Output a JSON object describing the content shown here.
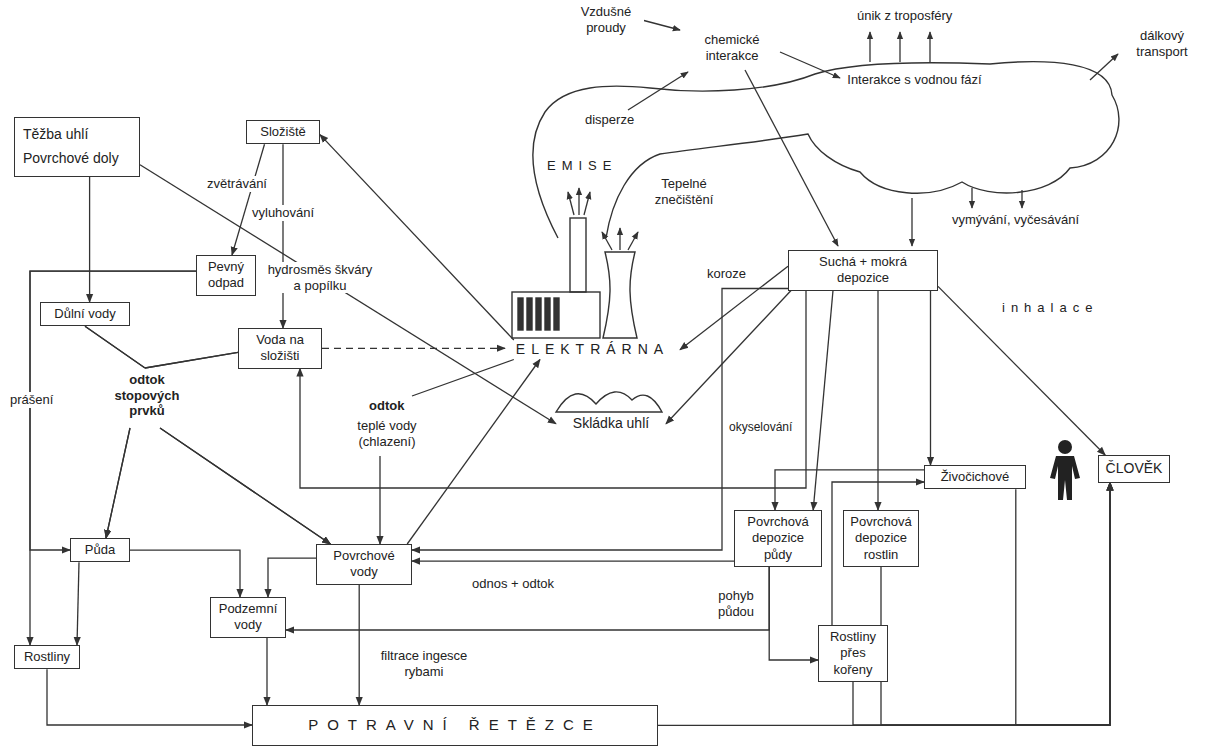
{
  "diagram": {
    "nodes": [
      {
        "text": [
          "Těžba uhlí Povrchové doly"
        ]
      },
      {
        "text": [
          "Složiště"
        ]
      },
      {
        "text": [
          "Pevný odpad"
        ]
      },
      {
        "text": [
          "Důlní vody"
        ]
      },
      {
        "text": [
          "Voda na složišti"
        ]
      },
      {
        "text": [
          "ELEKTRÁRNA"
        ]
      },
      {
        "text": [
          "Skládka uhlí"
        ]
      },
      {
        "text": [
          "Suchá + mokrá depozice"
        ]
      },
      {
        "text": [
          "Půda"
        ]
      },
      {
        "text": [
          "Povrchové vody"
        ]
      },
      {
        "text": [
          "Podzemní vody"
        ]
      },
      {
        "text": [
          "Rostliny"
        ]
      },
      {
        "text": [
          "Povrchová depozice půdy"
        ]
      },
      {
        "text": [
          "Povrchová depozice rostlin"
        ]
      },
      {
        "text": [
          "Živočichové"
        ]
      },
      {
        "text": [
          "Rostliny přes kořeny"
        ]
      },
      {
        "text": [
          "ČLOVĚK"
        ]
      },
      {
        "text": [
          "POTRAVNÍ ŘETĚZCE"
        ]
      }
    ],
    "edges": [
      {
        "from": 0,
        "to": 3,
        "arrow": "to"
      },
      {
        "from": 0,
        "to": 6,
        "arrow": "to"
      },
      {
        "from": 1,
        "to": 2,
        "label": "zvětrávání",
        "arrow": "to"
      },
      {
        "from": 1,
        "to": 4,
        "label": "vyluhování",
        "arrow": "to"
      },
      {
        "from": 5,
        "to": 1,
        "label": "hydrosměs škváry a popílku",
        "arrow": "to"
      },
      {
        "from": 4,
        "to": 5,
        "arrow": "to"
      },
      {
        "from": 2,
        "to": 11,
        "label": "prášení",
        "arrow": "to"
      },
      {
        "from": 2,
        "to": 8,
        "arrow": "to"
      },
      {
        "from": 3,
        "to": 8,
        "arrow": "to"
      },
      {
        "from": 3,
        "to": 9,
        "arrow": "to"
      },
      {
        "from": 4,
        "to": 8,
        "arrow": "to"
      },
      {
        "from": 4,
        "to": 9,
        "arrow": "to"
      },
      {
        "from": 8,
        "to": 11,
        "arrow": "to"
      },
      {
        "from": 8,
        "to": 10,
        "arrow": "to"
      },
      {
        "from": 9,
        "to": 10,
        "arrow": "to"
      },
      {
        "from": 9,
        "to": 5,
        "arrow": "to"
      },
      {
        "from": 5,
        "to": 9,
        "arrow": "to"
      },
      {
        "from": 7,
        "to": 5,
        "label": "koroze",
        "arrow": "to"
      },
      {
        "from": 7,
        "to": 6,
        "arrow": "to"
      },
      {
        "from": 7,
        "to": 4,
        "arrow": "to"
      },
      {
        "from": 7,
        "to": 12,
        "label": "okyselování",
        "arrow": "to"
      },
      {
        "from": 7,
        "to": 13,
        "arrow": "to"
      },
      {
        "from": 7,
        "to": 14,
        "arrow": "to"
      },
      {
        "from": 7,
        "to": 16,
        "label": "inhalace",
        "arrow": "to"
      },
      {
        "from": 7,
        "to": 9,
        "arrow": "to"
      },
      {
        "from": 12,
        "to": 9,
        "label": "odnos + odtok",
        "arrow": "to"
      },
      {
        "from": 12,
        "to": 10,
        "arrow": "to"
      },
      {
        "from": 12,
        "to": 15,
        "arrow": "to"
      },
      {
        "from": 15,
        "to": 14,
        "arrow": "to"
      },
      {
        "from": 14,
        "to": 12,
        "arrow": "to"
      },
      {
        "from": 11,
        "to": 17,
        "arrow": "to"
      },
      {
        "from": 10,
        "to": 17,
        "arrow": "to"
      },
      {
        "from": 9,
        "to": 17,
        "label": "filtrace ingesce rybami",
        "arrow": "to"
      },
      {
        "from": 15,
        "to": 16,
        "arrow": "to"
      },
      {
        "from": 13,
        "to": 16,
        "arrow": "to"
      },
      {
        "from": 14,
        "to": 16,
        "arrow": "to"
      },
      {
        "from": 17,
        "to": 16,
        "arrow": "to"
      }
    ],
    "labels": [
      "únik z troposféry",
      "dálkový transport",
      "Vzdušné proudy",
      "chemické interakce",
      "Interakce s vodnou fází",
      "disperze",
      "EMISE",
      "Tepelné znečištění",
      "vymývání, vyčesávání",
      "odtok stopových prvků",
      "odtok",
      "teplé vody (chlazení)",
      "pohyb půdou"
    ]
  }
}
